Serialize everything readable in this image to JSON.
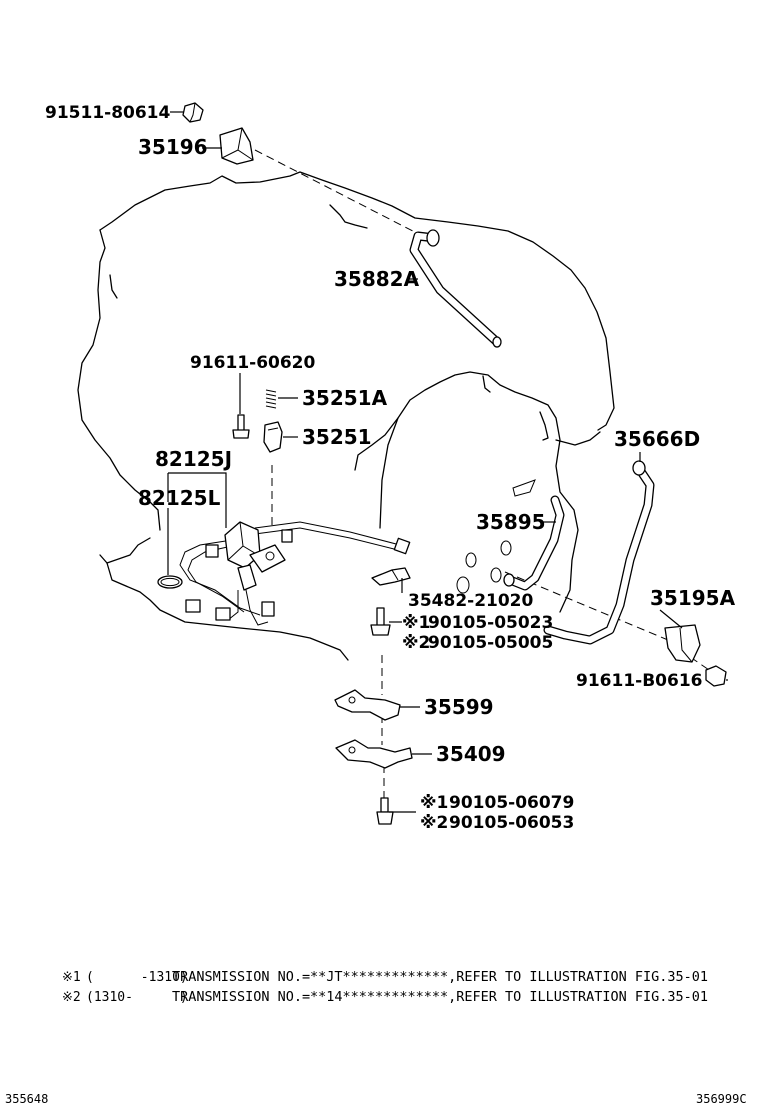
{
  "parts": {
    "p91511_80614": "91511-80614",
    "p35196": "35196",
    "p35882A": "35882A",
    "p91611_60620": "91611-60620",
    "p35251A": "35251A",
    "p35251": "35251",
    "p82125J": "82125J",
    "p82125L": "82125L",
    "p35666D": "35666D",
    "p35895": "35895",
    "p35482_21020": "35482-21020",
    "p35195A": "35195A",
    "p90105_05023": "90105-05023",
    "p90105_05005": "90105-05005",
    "p91611_B0616": "91611-B0616",
    "p35599": "35599",
    "p35409": "35409",
    "p90105_06079": "90105-06079",
    "p90105_06053": "90105-06053"
  },
  "marks": {
    "m1": "※1",
    "m2": "※2"
  },
  "notes": {
    "note1_mark": "※1",
    "note1_range": "(      -1310)",
    "note1_text": "TRANSMISSION NO.=**JT*************,REFER TO ILLUSTRATION FIG.35-01",
    "note2_mark": "※2",
    "note2_range": "(1310-      )",
    "note2_text": "TRANSMISSION NO.=**14*************,REFER TO ILLUSTRATION FIG.35-01"
  },
  "codes": {
    "left": "355648",
    "right": "356999C"
  }
}
